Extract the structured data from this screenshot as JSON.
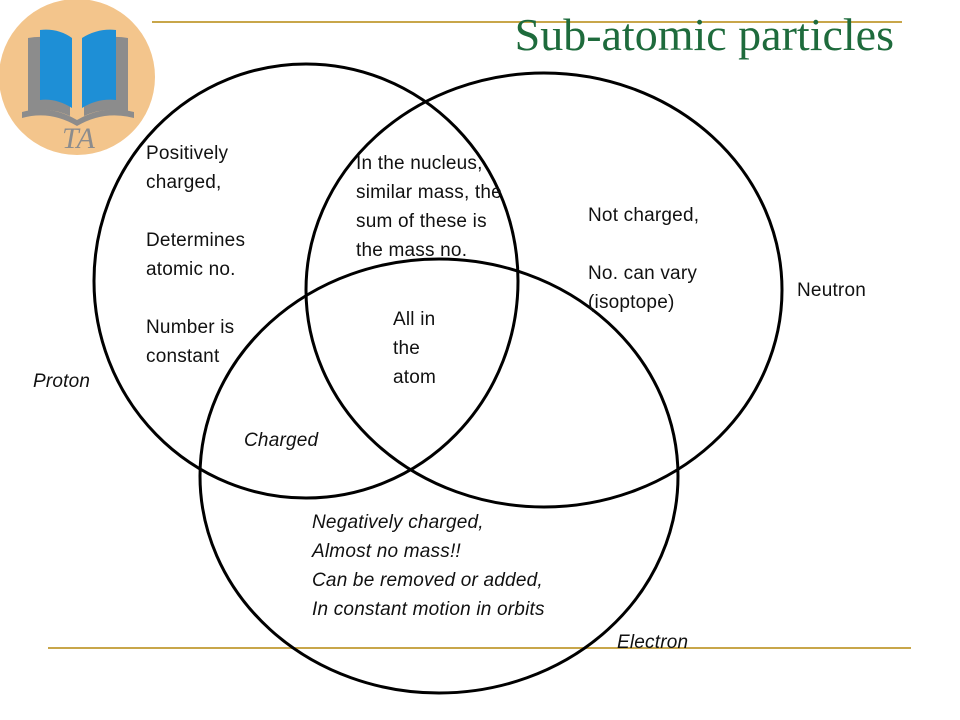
{
  "slide": {
    "title": "Sub-atomic particles",
    "logo_text": "TA"
  },
  "colors": {
    "title": "#1e6b3c",
    "rule": "#c8a64a",
    "logo_bg": "#f3c58c",
    "logo_blue": "#1e8fd6",
    "logo_grey": "#8c8c8c"
  },
  "diagram": {
    "sets": {
      "proton": {
        "label": "Proton"
      },
      "neutron": {
        "label": "Neutron"
      },
      "electron": {
        "label": "Electron"
      }
    },
    "regions": {
      "proton_only": "Positively\ncharged,\n\nDetermines\natomic no.\n\nNumber is\nconstant",
      "proton_neutron": "In the nucleus,\nsimilar mass, the\nsum of these is\nthe mass no.",
      "neutron_only": "Not charged,\n\nNo. can vary\n(isoptope)",
      "all_three": "All in\nthe\natom",
      "proton_electron": "Charged",
      "electron_only": "Negatively charged,\nAlmost no mass!!\nCan be removed or added,\nIn constant motion in orbits"
    }
  }
}
